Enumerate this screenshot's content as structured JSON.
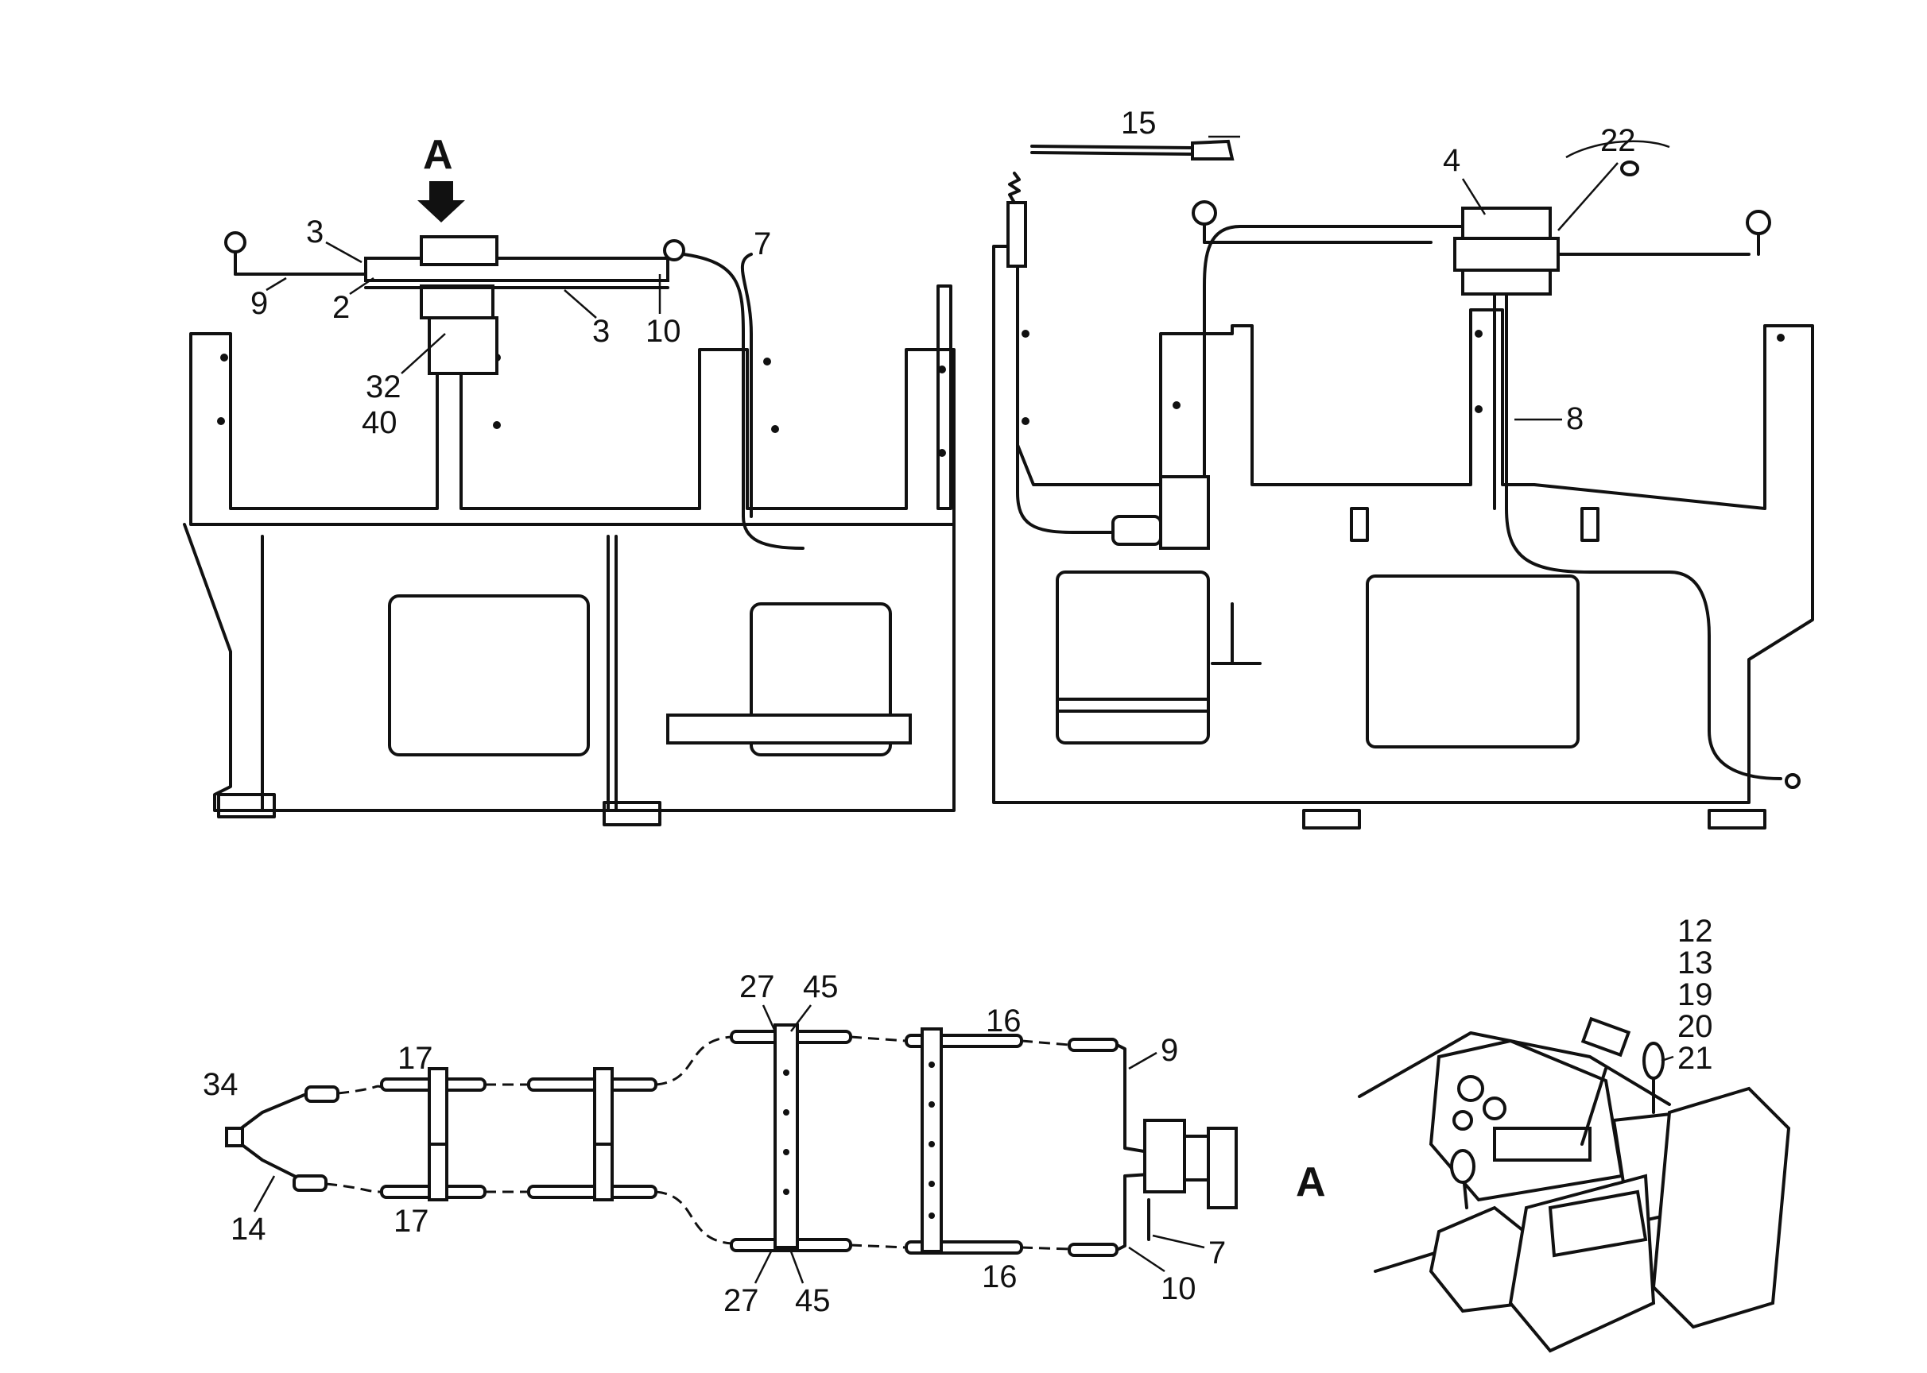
{
  "view_marker": "A",
  "labels": {
    "n2": "2",
    "n3": "3",
    "n4": "4",
    "n7": "7",
    "n8": "8",
    "n9": "9",
    "n10": "10",
    "n12": "12",
    "n13": "13",
    "n14": "14",
    "n15": "15",
    "n16": "16",
    "n17": "17",
    "n19": "19",
    "n20": "20",
    "n21": "21",
    "n22": "22",
    "n27": "27",
    "n32": "32",
    "n34": "34",
    "n40": "40",
    "n45": "45"
  }
}
